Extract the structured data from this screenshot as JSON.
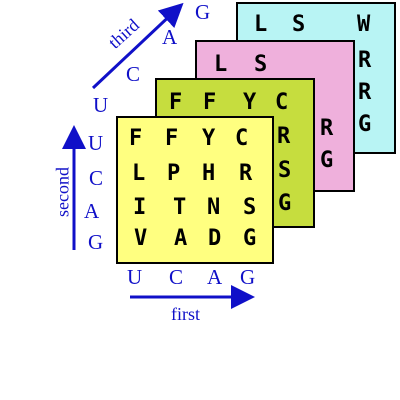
{
  "layers": [
    {
      "id": "G",
      "color": "#b8f4f4",
      "cells": [
        "L",
        "S",
        "W",
        "R",
        "R",
        "G"
      ]
    },
    {
      "id": "A",
      "color": "#efb0dc",
      "cells": [
        "L",
        "S",
        "R",
        "G"
      ]
    },
    {
      "id": "C",
      "color": "#c6dd3e",
      "cells": [
        "F",
        "F",
        "Y",
        "C",
        "R",
        "S",
        "G"
      ]
    },
    {
      "id": "U",
      "color": "#ffff80",
      "cells": [
        "F",
        "F",
        "Y",
        "C",
        "L",
        "P",
        "H",
        "R",
        "I",
        "T",
        "N",
        "S",
        "V",
        "A",
        "D",
        "G"
      ]
    }
  ],
  "axes": {
    "first": {
      "title": "first",
      "nucleotides": [
        "U",
        "C",
        "A",
        "G"
      ]
    },
    "second": {
      "title": "second",
      "nucleotides": [
        "U",
        "C",
        "A",
        "G"
      ]
    },
    "third": {
      "title": "third",
      "nucleotides": [
        "U",
        "C",
        "A",
        "G"
      ]
    }
  },
  "colors": {
    "axis": "#1010c8",
    "text": "#000000",
    "border": "#000000"
  }
}
